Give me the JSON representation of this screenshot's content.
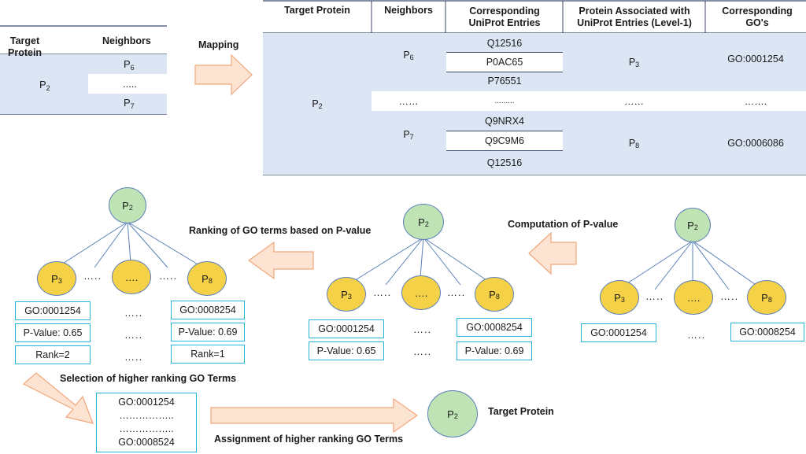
{
  "left_table": {
    "headers": [
      "Target Protein",
      "Neighbors"
    ],
    "target": "P",
    "target_sub": "2",
    "neighbors": [
      {
        "text": "P",
        "sub": "6"
      },
      {
        "text": ".....",
        "sub": ""
      },
      {
        "text": "P",
        "sub": "7"
      }
    ]
  },
  "mapping_label": "Mapping",
  "main_table": {
    "headers": [
      "Target Protein",
      "Neighbors",
      "Corresponding UniProt Entries",
      "Protein Associated with UniProt Entries (Level-1)",
      "Corresponding GO's"
    ],
    "target": "P",
    "target_sub": "2",
    "group1": {
      "neighbor": "P",
      "neighbor_sub": "6",
      "entries": [
        "Q12516",
        "P0AC65",
        "P76551"
      ],
      "assoc": "P",
      "assoc_sub": "3",
      "go": "GO:0001254"
    },
    "middle": {
      "neighbor": "……",
      "entries": ".........",
      "assoc": "……",
      "go": "……."
    },
    "group2": {
      "neighbor": "P",
      "neighbor_sub": "7",
      "entries": [
        "Q9NRX4",
        "Q9C9M6",
        "Q12516"
      ],
      "assoc": "P",
      "assoc_sub": "8",
      "go": "GO:0006086"
    }
  },
  "trees": {
    "root": "P",
    "root_sub": "2",
    "left_child": "P",
    "left_child_sub": "3",
    "mid_child": "….",
    "right_child": "P",
    "right_child_sub": "8",
    "sep": "…..",
    "go_left": "GO:0001254",
    "go_right": "GO:0008254",
    "pval_left": "P-Value: 0.65",
    "pval_right": "P-Value: 0.69",
    "rank_left": "Rank=2",
    "rank_right": "Rank=1",
    "dots": "….."
  },
  "labels": {
    "computation": "Computation of P-value",
    "ranking": "Ranking of GO terms based on P-value",
    "selection": "Selection of higher ranking GO Terms",
    "assignment": "Assignment of higher ranking GO Terms",
    "target_protein": "Target Protein"
  },
  "selected_box": {
    "lines": [
      "GO:0001254",
      "……………..",
      "……………..",
      "GO:0008524"
    ]
  },
  "final_node": {
    "text": "P",
    "sub": "2"
  },
  "colors": {
    "table_blue": "#dbe5f3",
    "node_green": "#bfe3b4",
    "node_yellow": "#f5d148",
    "box_border": "#23b6dc",
    "arrow_fill": "#fde3d2",
    "arrow_stroke": "#f0a77c"
  }
}
